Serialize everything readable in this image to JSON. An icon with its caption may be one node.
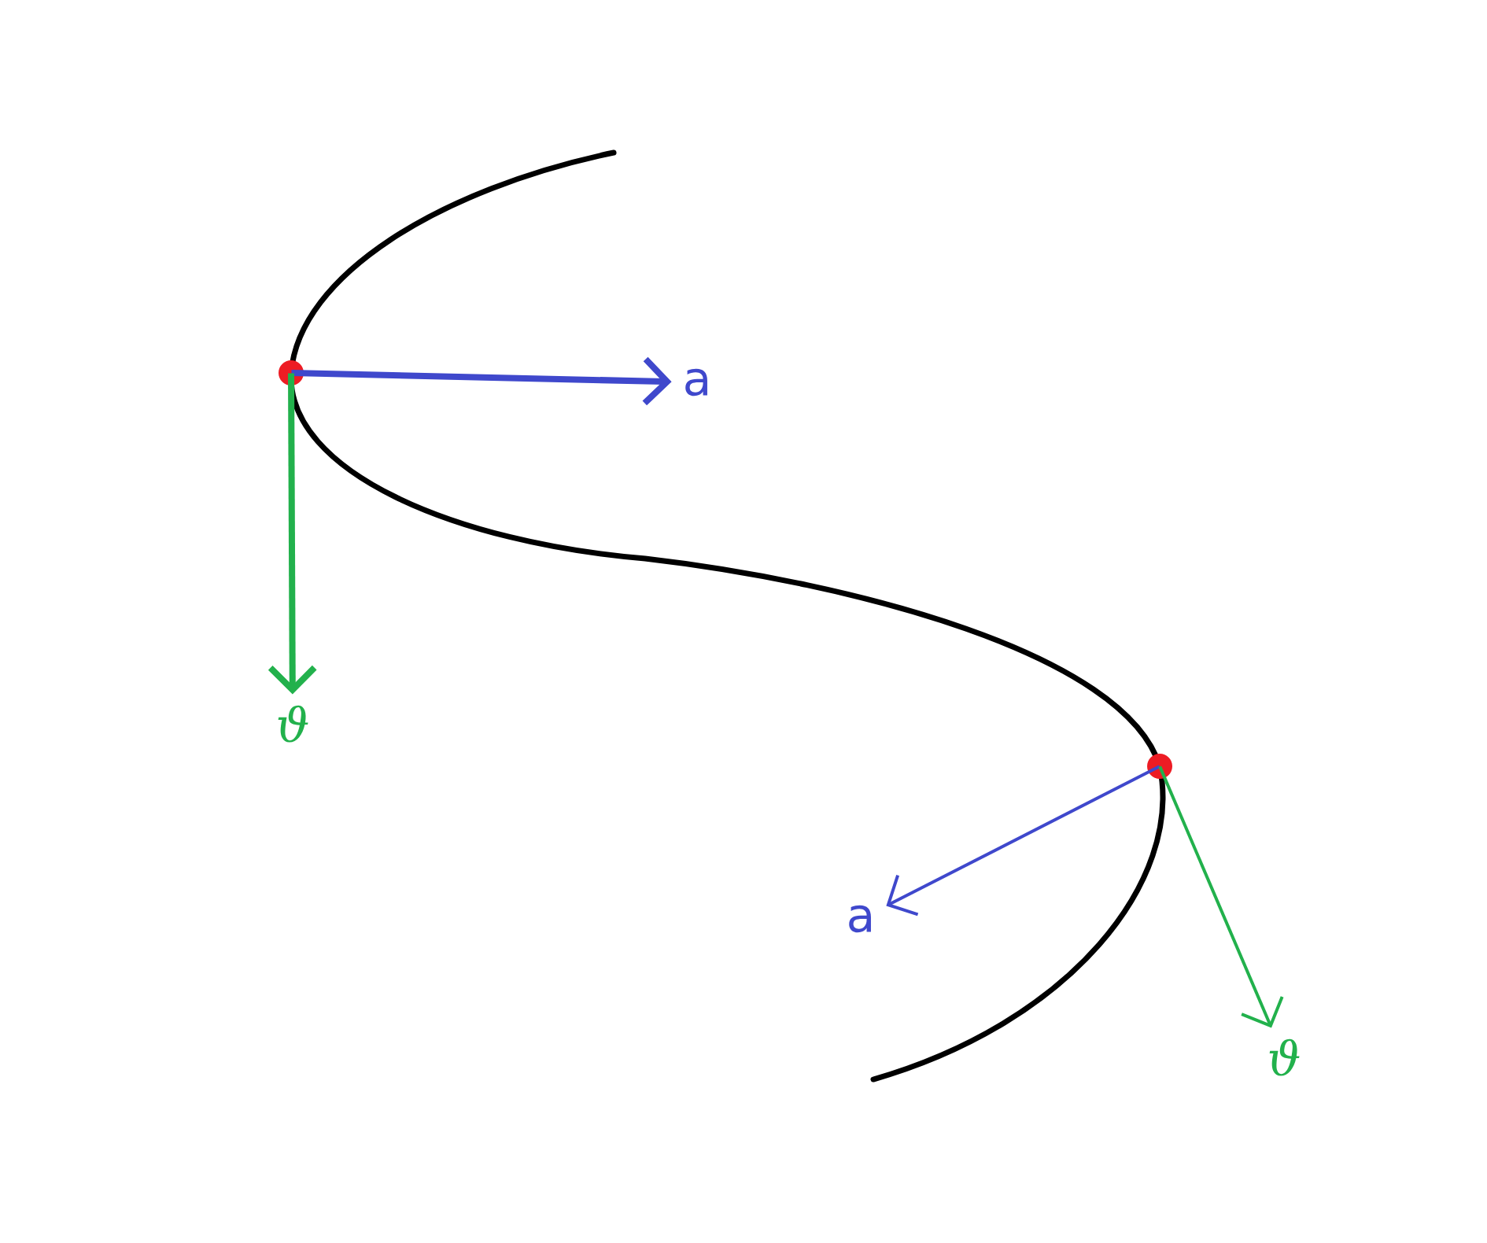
{
  "diagram": {
    "nodes": [
      {
        "text": [],
        "shape": "circle"
      },
      {
        "text": [
          "a"
        ]
      },
      {
        "text": [
          "ϑ"
        ]
      },
      {
        "text": [],
        "shape": "circle"
      },
      {
        "text": [
          "a"
        ]
      },
      {
        "text": [
          "ϑ"
        ]
      }
    ],
    "edges": [
      {
        "from": 0,
        "to": 1,
        "arrow": "to",
        "style": "thick",
        "color": "#3f48cc"
      },
      {
        "from": 0,
        "to": 2,
        "arrow": "to",
        "style": "thick",
        "color": "#22b14c"
      },
      {
        "from": 3,
        "to": 4,
        "arrow": "to",
        "color": "#3f48cc"
      },
      {
        "from": 3,
        "to": 5,
        "arrow": "to",
        "color": "#22b14c"
      }
    ]
  }
}
